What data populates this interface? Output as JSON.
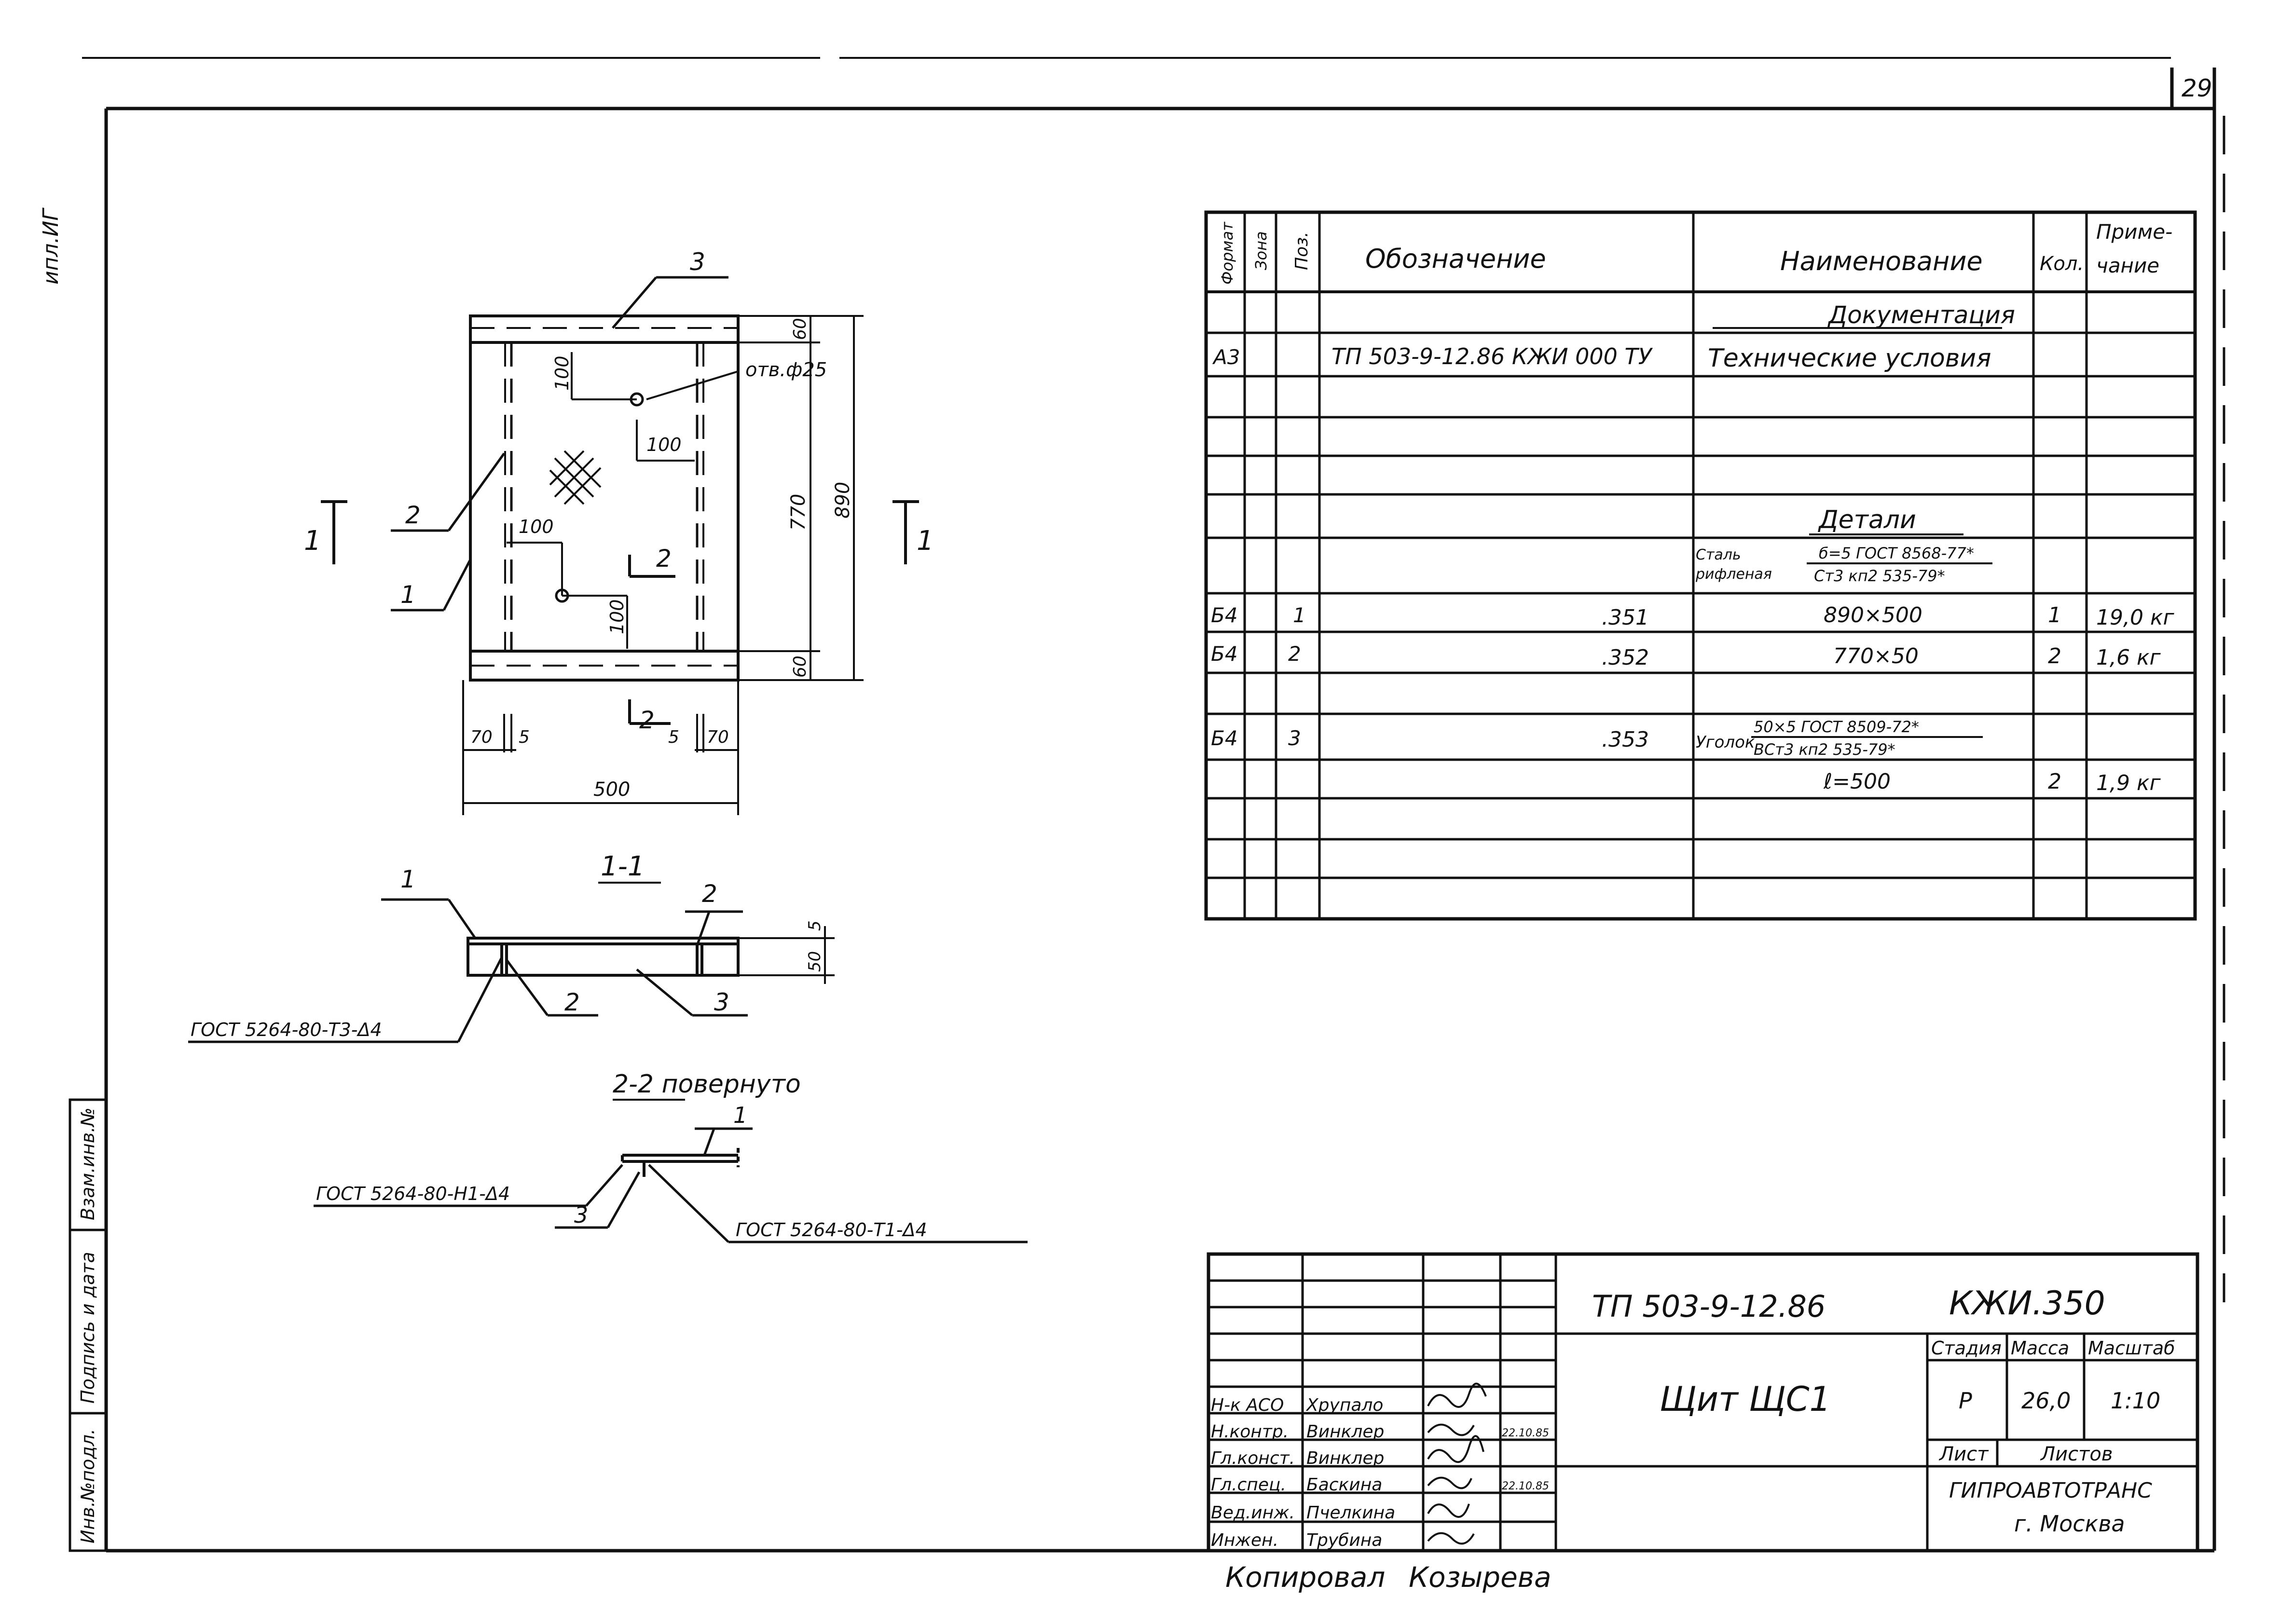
{
  "sheet": {
    "page_number": "29",
    "side_mark": "ипл.ИГ"
  },
  "left_strip": {
    "vzam": "Взам.инв.№",
    "podpis": "Подпись и дата",
    "inv": "Инв.№подл."
  },
  "plan": {
    "pos3": "3",
    "pos2": "2",
    "pos1": "1",
    "hole_label": "отв.ф25",
    "dim_100_a": "100",
    "dim_100_b": "100",
    "dim_100_c": "100",
    "dim_100_d": "100",
    "dim_60_top": "60",
    "dim_60_bottom": "60",
    "dim_770": "770",
    "dim_890": "890",
    "dim_70_left": "70",
    "dim_5_left": "5",
    "dim_5_right": "5",
    "dim_70_right": "70",
    "dim_500": "500",
    "cut1_left": "1",
    "cut1_right": "1",
    "cut2_top": "2",
    "cut2_bottom": "2"
  },
  "section11": {
    "title": "1-1",
    "pos1": "1",
    "pos2": "2",
    "pos2b": "2",
    "pos3": "3",
    "dim_5": "5",
    "dim_50": "50",
    "weld": "ГОСТ 5264-80-Т3-Δ4"
  },
  "section22": {
    "title": "2-2 повернуто",
    "pos1": "1",
    "pos3": "3",
    "weld_left": "ГОСТ 5264-80-Н1-Δ4",
    "weld_right": "ГОСТ 5264-80-Т1-Δ4"
  },
  "spec": {
    "headers": {
      "format": "Формат",
      "zone": "Зона",
      "pos": "Поз.",
      "designation": "Обозначение",
      "name": "Наименование",
      "qty": "Кол.",
      "note_line1": "Приме-",
      "note_line2": "чание"
    },
    "section_docs": "Документация",
    "doc_row": {
      "format": "А3",
      "designation": "ТП 503-9-12.86 КЖИ 000 ТУ",
      "name": "Технические условия"
    },
    "section_details": "Детали",
    "steel_prefix": "Сталь",
    "steel_prefix2": "рифленая",
    "steel_top": "б=5 ГОСТ 8568-77*",
    "steel_bottom": "Ст3 кп2 535-79*",
    "rows": [
      {
        "format": "Б4",
        "pos": "1",
        "designation": ".351",
        "name": "890×500",
        "qty": "1",
        "note": "19,0 кг"
      },
      {
        "format": "Б4",
        "pos": "2",
        "designation": ".352",
        "name": "770×50",
        "qty": "2",
        "note": "1,6 кг"
      },
      {
        "format": "Б4",
        "pos": "3",
        "designation": ".353"
      }
    ],
    "angle_prefix": "Уголок",
    "angle_top": "50×5 ГОСТ 8509-72*",
    "angle_bottom": "ВСт3 кп2 535-79*",
    "length_row": {
      "name": "ℓ=500",
      "qty": "2",
      "note": "1,9 кг"
    }
  },
  "title_block": {
    "doc_code": "ТП 503-9-12.86",
    "doc_mark": "КЖИ.350",
    "name": "Щит ЩС1",
    "stage_label": "Стадия",
    "mass_label": "Масса",
    "scale_label": "Масштаб",
    "stage": "Р",
    "mass": "26,0",
    "scale": "1:10",
    "sheet_label": "Лист",
    "sheets_label": "Листов",
    "org": "ГИПРОАВТОТРАНС",
    "city": "г. Москва",
    "people": [
      {
        "role": "Н-к АСО",
        "name": "Хрупало",
        "date": ""
      },
      {
        "role": "Н.контр.",
        "name": "Винклер",
        "date": "22.10.85"
      },
      {
        "role": "Гл.конст.",
        "name": "Винклер",
        "date": ""
      },
      {
        "role": "Гл.спец.",
        "name": "Баскина",
        "date": "22.10.85"
      },
      {
        "role": "Вед.инж.",
        "name": "Пчелкина",
        "date": ""
      },
      {
        "role": "Инжен.",
        "name": "Трубина",
        "date": ""
      }
    ]
  },
  "footer": {
    "copied": "Копировал",
    "copier": "Козырева"
  }
}
